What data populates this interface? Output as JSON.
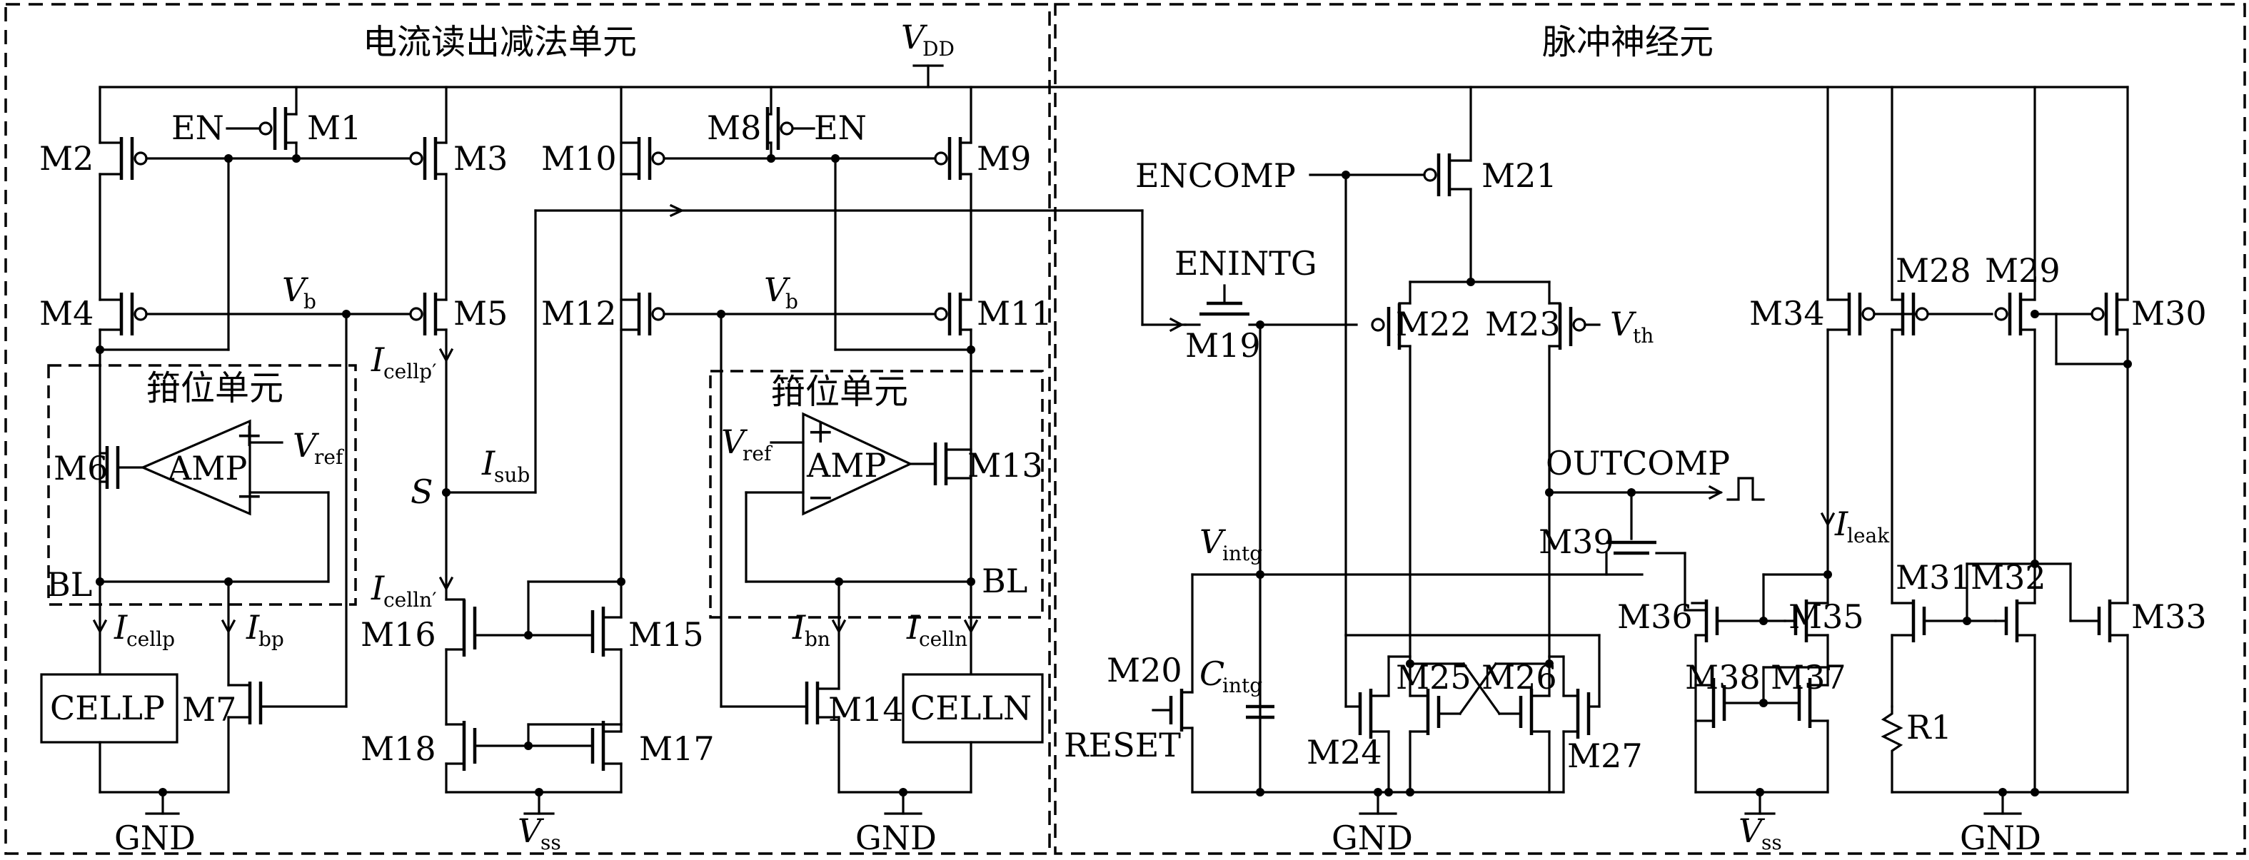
{
  "sections": {
    "left_title": "电流读出减法单元",
    "right_title": "脉冲神经元",
    "clamp_title": "箝位单元"
  },
  "supply": {
    "vdd": "V",
    "vdd_sub": "DD",
    "gnd": "GND",
    "vss": "V",
    "vss_sub": "ss"
  },
  "signals": {
    "en": "EN",
    "vb": "V",
    "vb_sub": "b",
    "vref": "V",
    "vref_sub": "ref",
    "amp": "AMP",
    "bl": "BL",
    "s": "S",
    "i": "I",
    "cellp_sub": "cellp",
    "cellp_prime_sub": "cellp′",
    "celln_sub": "celln",
    "celln_prime_sub": "celln′",
    "sub_sub": "sub",
    "bp_sub": "bp",
    "bn_sub": "bn",
    "leak_sub": "leak",
    "encomp": "ENCOMP",
    "enintg": "ENINTG",
    "outcomp": "OUTCOMP",
    "vintg_sub": "intg",
    "c": "C",
    "cintg_sub": "intg",
    "reset": "RESET",
    "vth_sub": "th",
    "r1": "R1",
    "plus": "+",
    "minus": "−"
  },
  "blocks": {
    "cellp": "CELLP",
    "celln": "CELLN"
  },
  "transistors": {
    "m1": "M1",
    "m2": "M2",
    "m3": "M3",
    "m4": "M4",
    "m5": "M5",
    "m6": "M6",
    "m7": "M7",
    "m8": "M8",
    "m9": "M9",
    "m10": "M10",
    "m11": "M11",
    "m12": "M12",
    "m13": "M13",
    "m14": "M14",
    "m15": "M15",
    "m16": "M16",
    "m17": "M17",
    "m18": "M18",
    "m19": "M19",
    "m20": "M20",
    "m21": "M21",
    "m22": "M22",
    "m23": "M23",
    "m24": "M24",
    "m25": "M25",
    "m26": "M26",
    "m27": "M27",
    "m28": "M28",
    "m29": "M29",
    "m30": "M30",
    "m31": "M31",
    "m32": "M32",
    "m33": "M33",
    "m34": "M34",
    "m35": "M35",
    "m36": "M36",
    "m37": "M37",
    "m38": "M38",
    "m39": "M39"
  }
}
